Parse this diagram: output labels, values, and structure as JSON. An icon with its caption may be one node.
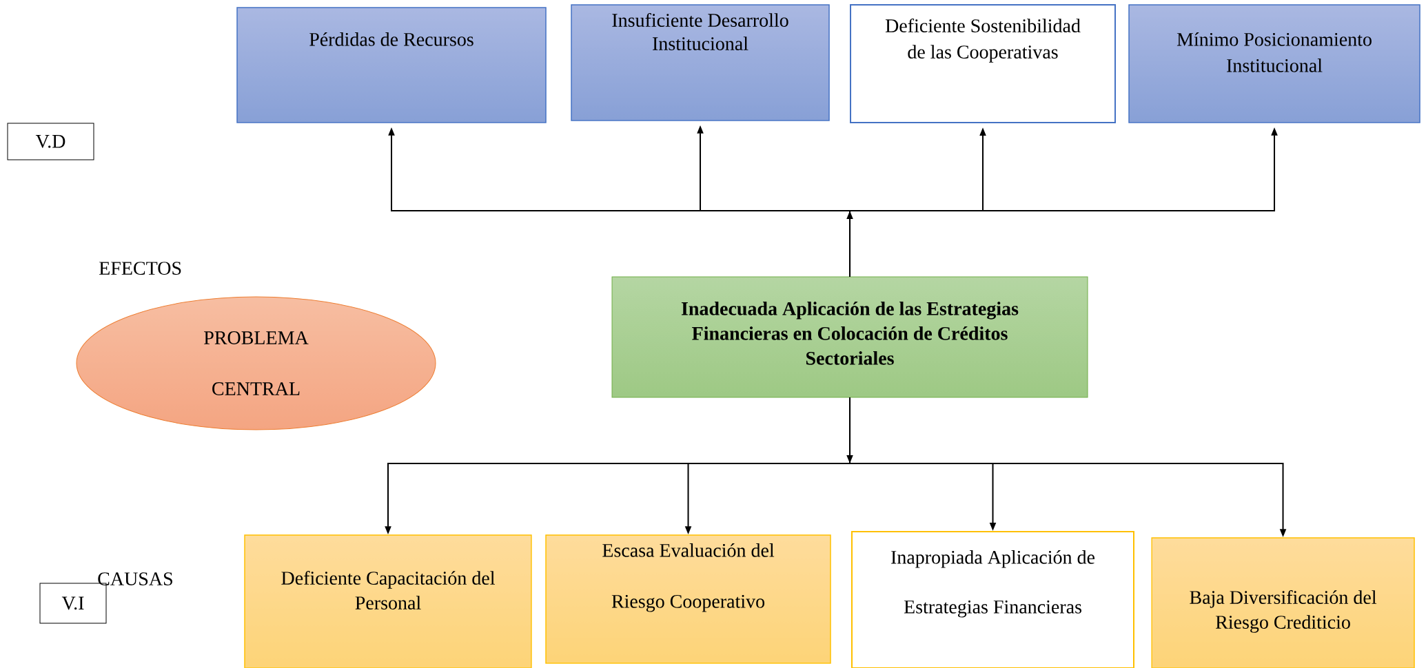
{
  "diagram": {
    "nodes": [
      {
        "text": [
          "Pérdidas de Recursos"
        ]
      },
      {
        "text": [
          "Insuficiente Desarrollo Institucional"
        ]
      },
      {
        "text": [
          "Deficiente Sostenibilidad de las Cooperativas"
        ]
      },
      {
        "text": [
          "Mínimo Posicionamiento Institucional"
        ]
      },
      {
        "text": [
          "V.D"
        ]
      },
      {
        "text": [
          "PROBLEMA CENTRAL"
        ]
      },
      {
        "text": [
          "Inadecuada Aplicación de las Estrategias Financieras en Colocación de Créditos Sectoriales"
        ]
      },
      {
        "text": [
          "Deficiente Capacitación del Personal"
        ]
      },
      {
        "text": [
          "Escasa Evaluación del Riesgo Cooperativo"
        ]
      },
      {
        "text": [
          "Inapropiada Aplicación de Estrategias Financieras"
        ]
      },
      {
        "text": [
          "Baja Diversificación del Riesgo Crediticio"
        ]
      },
      {
        "text": [
          "V.I"
        ]
      }
    ],
    "edges": [
      {
        "from": 6,
        "to": 0,
        "arrow": "to"
      },
      {
        "from": 6,
        "to": 1,
        "arrow": "to"
      },
      {
        "from": 6,
        "to": 2,
        "arrow": "to"
      },
      {
        "from": 6,
        "to": 3,
        "arrow": "to"
      },
      {
        "from": 6,
        "to": 7,
        "arrow": "to"
      },
      {
        "from": 6,
        "to": 8,
        "arrow": "to"
      },
      {
        "from": 6,
        "to": 9,
        "arrow": "to"
      },
      {
        "from": 6,
        "to": 10,
        "arrow": "to"
      }
    ],
    "labels": [
      "EFECTOS",
      "CAUSAS"
    ]
  }
}
